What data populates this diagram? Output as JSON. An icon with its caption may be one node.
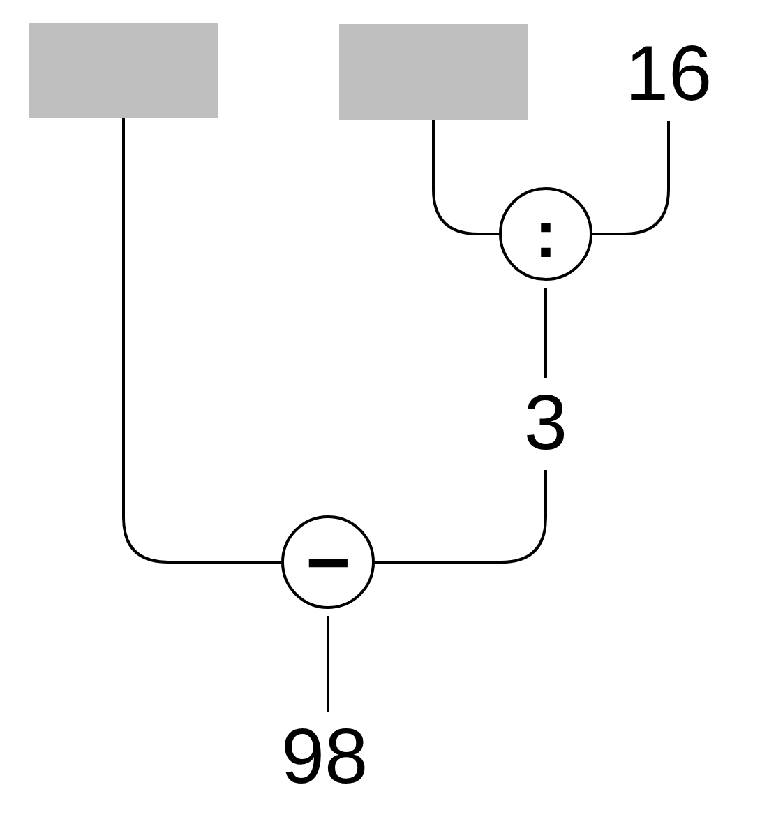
{
  "diagram": {
    "nodes": [
      {
        "text": [],
        "shape": "box"
      },
      {
        "text": [],
        "shape": "box"
      },
      {
        "text": [
          "16"
        ]
      },
      {
        "text": [
          ":"
        ]
      },
      {
        "text": [
          "3"
        ]
      },
      {
        "text": [
          "−"
        ]
      },
      {
        "text": [
          "98"
        ]
      }
    ],
    "edges": [
      {
        "from": 1,
        "to": 3,
        "arrow": "none"
      },
      {
        "from": 2,
        "to": 3,
        "arrow": "none"
      },
      {
        "from": 3,
        "to": 4,
        "arrow": "none"
      },
      {
        "from": 0,
        "to": 5,
        "arrow": "none"
      },
      {
        "from": 4,
        "to": 5,
        "arrow": "none"
      },
      {
        "from": 5,
        "to": 6,
        "arrow": "none"
      }
    ]
  }
}
